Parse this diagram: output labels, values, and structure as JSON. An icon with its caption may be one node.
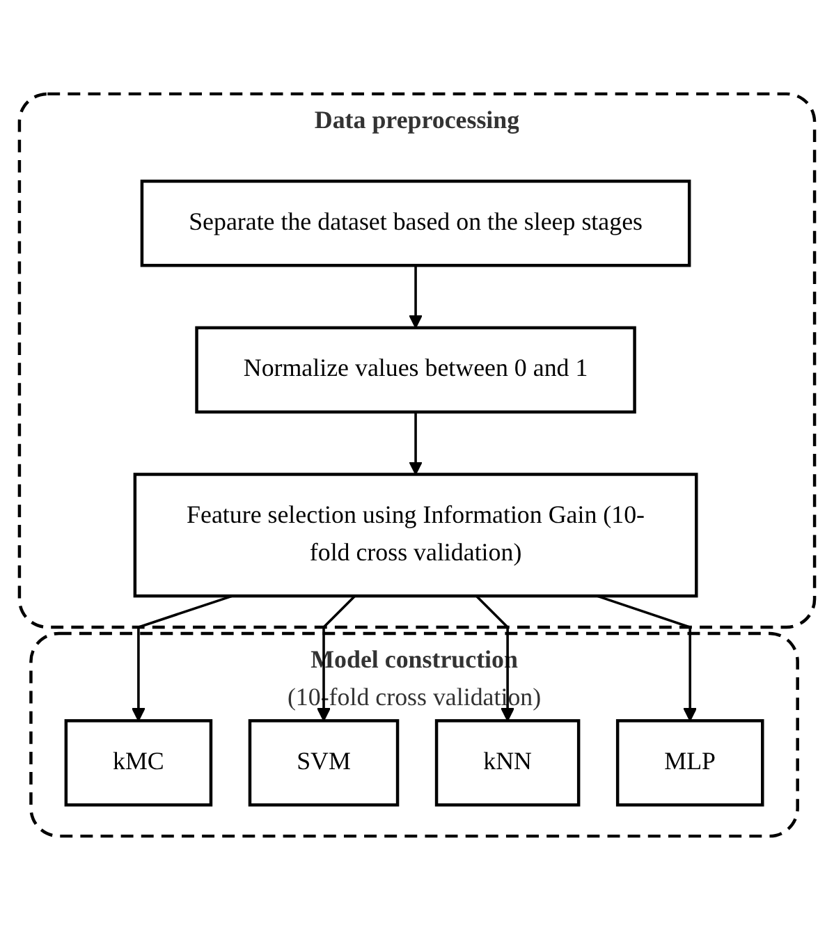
{
  "diagram": {
    "nodes": [
      {
        "text": [
          "Data preprocessing"
        ]
      },
      {
        "text": [
          "Separate the dataset based on the sleep stages"
        ],
        "in": 0
      },
      {
        "text": [
          "Normalize values between 0 and 1"
        ],
        "in": 0
      },
      {
        "text": [
          "Feature selection using Information Gain (10-fold cross validation)"
        ],
        "in": 0
      },
      {
        "text": [
          "Model construction",
          "(10-fold cross validation)"
        ]
      },
      {
        "text": [
          "kMC"
        ],
        "in": 4
      },
      {
        "text": [
          "SVM"
        ],
        "in": 4
      },
      {
        "text": [
          "kNN"
        ],
        "in": 4
      },
      {
        "text": [
          "MLP"
        ],
        "in": 4
      }
    ],
    "edges": [
      {
        "from": 1,
        "to": 2,
        "arrow": "to"
      },
      {
        "from": 2,
        "to": 3,
        "arrow": "to"
      },
      {
        "from": 3,
        "to": 5,
        "arrow": "to"
      },
      {
        "from": 3,
        "to": 6,
        "arrow": "to"
      },
      {
        "from": 3,
        "to": 7,
        "arrow": "to"
      },
      {
        "from": 3,
        "to": 8,
        "arrow": "to"
      }
    ]
  }
}
